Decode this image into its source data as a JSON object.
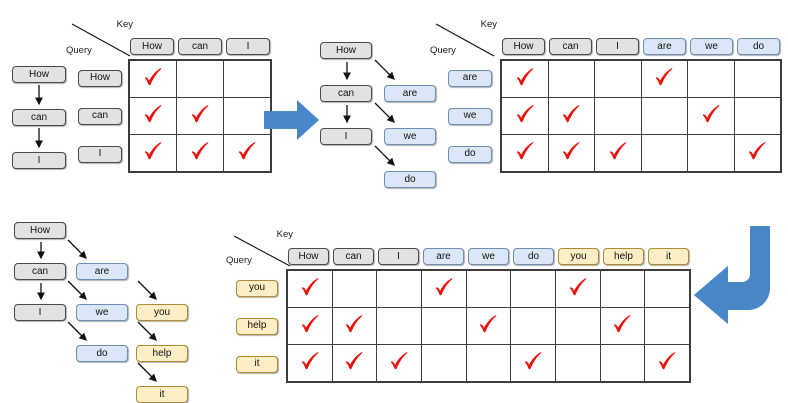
{
  "meta": {
    "title": "Incremental attention mask expansion",
    "accent_blue": "#4a87c8",
    "tick_red": "#e8120c",
    "gray_chip": "#e2e2e2",
    "blue_chip": "#dbe7f6",
    "yellow_chip": "#fdeec6"
  },
  "labels": {
    "key": "Key",
    "query": "Query",
    "tick_glyph": "check-mark"
  },
  "tokens": {
    "how": "How",
    "can": "can",
    "i": "I",
    "are": "are",
    "we": "we",
    "do": "do",
    "you": "you",
    "help": "help",
    "it": "it"
  },
  "panel_top_left": {
    "name": "initial-prompt-chain",
    "chain": [
      {
        "label": "How",
        "style": "gray"
      },
      {
        "label": "can",
        "style": "gray"
      },
      {
        "label": "I",
        "style": "gray"
      }
    ]
  },
  "matrix_top_left": {
    "name": "attention-matrix-step-1",
    "columns": [
      {
        "label": "How",
        "style": "gray"
      },
      {
        "label": "can",
        "style": "gray"
      },
      {
        "label": "I",
        "style": "gray"
      }
    ],
    "rows": [
      {
        "label": "How",
        "style": "gray",
        "cells": [
          1,
          0,
          0
        ]
      },
      {
        "label": "can",
        "style": "gray",
        "cells": [
          1,
          1,
          0
        ]
      },
      {
        "label": "I",
        "style": "gray",
        "cells": [
          1,
          1,
          1
        ]
      }
    ]
  },
  "panel_top_mid": {
    "name": "draft-tree-step-1",
    "nodes": [
      {
        "label": "How",
        "style": "gray"
      },
      {
        "label": "can",
        "style": "gray"
      },
      {
        "label": "I",
        "style": "gray"
      },
      {
        "label": "are",
        "style": "blue"
      },
      {
        "label": "we",
        "style": "blue"
      },
      {
        "label": "do",
        "style": "blue"
      }
    ]
  },
  "matrix_top_right": {
    "name": "attention-matrix-step-2",
    "columns": [
      {
        "label": "How",
        "style": "gray"
      },
      {
        "label": "can",
        "style": "gray"
      },
      {
        "label": "I",
        "style": "gray"
      },
      {
        "label": "are",
        "style": "blue"
      },
      {
        "label": "we",
        "style": "blue"
      },
      {
        "label": "do",
        "style": "blue"
      }
    ],
    "rows": [
      {
        "label": "are",
        "style": "blue",
        "cells": [
          1,
          0,
          0,
          1,
          0,
          0
        ]
      },
      {
        "label": "we",
        "style": "blue",
        "cells": [
          1,
          1,
          0,
          0,
          1,
          0
        ]
      },
      {
        "label": "do",
        "style": "blue",
        "cells": [
          1,
          1,
          1,
          0,
          0,
          1
        ]
      }
    ]
  },
  "panel_bottom_left": {
    "name": "draft-tree-step-2",
    "nodes": [
      {
        "label": "How",
        "style": "gray"
      },
      {
        "label": "can",
        "style": "gray"
      },
      {
        "label": "I",
        "style": "gray"
      },
      {
        "label": "are",
        "style": "blue"
      },
      {
        "label": "we",
        "style": "blue"
      },
      {
        "label": "do",
        "style": "blue"
      },
      {
        "label": "you",
        "style": "yellow"
      },
      {
        "label": "help",
        "style": "yellow"
      },
      {
        "label": "it",
        "style": "yellow"
      }
    ]
  },
  "matrix_bottom_right": {
    "name": "attention-matrix-step-3",
    "columns": [
      {
        "label": "How",
        "style": "gray"
      },
      {
        "label": "can",
        "style": "gray"
      },
      {
        "label": "I",
        "style": "gray"
      },
      {
        "label": "are",
        "style": "blue"
      },
      {
        "label": "we",
        "style": "blue"
      },
      {
        "label": "do",
        "style": "blue"
      },
      {
        "label": "you",
        "style": "yellow"
      },
      {
        "label": "help",
        "style": "yellow"
      },
      {
        "label": "it",
        "style": "yellow"
      }
    ],
    "rows": [
      {
        "label": "you",
        "style": "yellow",
        "cells": [
          1,
          0,
          0,
          1,
          0,
          0,
          1,
          0,
          0
        ]
      },
      {
        "label": "help",
        "style": "yellow",
        "cells": [
          1,
          1,
          0,
          0,
          1,
          0,
          0,
          1,
          0
        ]
      },
      {
        "label": "it",
        "style": "yellow",
        "cells": [
          1,
          1,
          1,
          0,
          0,
          1,
          0,
          0,
          1
        ]
      }
    ]
  },
  "arrows": {
    "right_arrow": "arrow-right",
    "elbow_arrow": "arrow-elbow-down-left"
  }
}
